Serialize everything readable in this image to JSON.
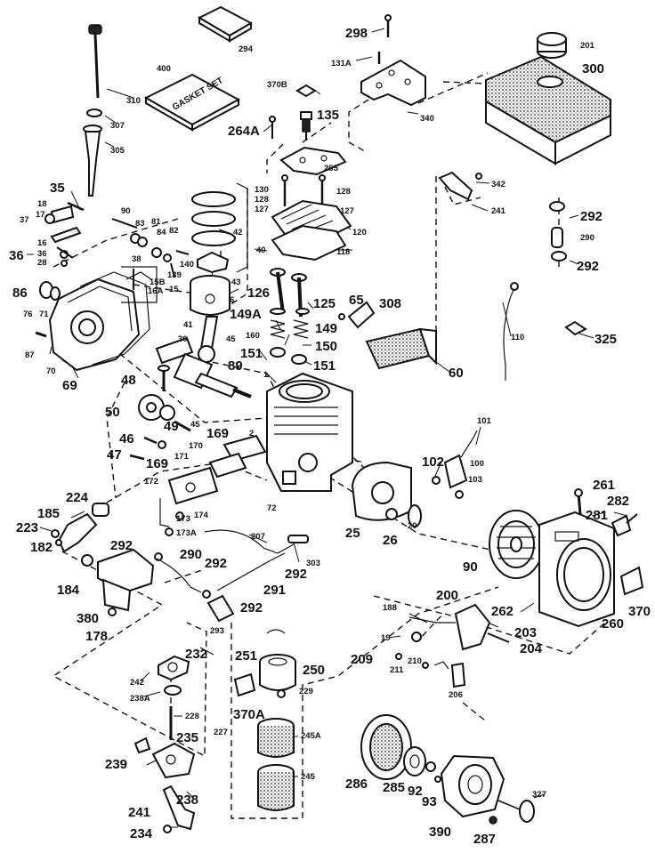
{
  "kit_label": "GASKET SET",
  "labels": {
    "l298": "298",
    "l294": "294",
    "l201": "201",
    "l300": "300",
    "l131A": "131A",
    "l400": "400",
    "l310": "310",
    "l370B": "370B",
    "l340": "340",
    "l307": "307",
    "l135": "135",
    "l264A": "264A",
    "l305": "305",
    "l265": "265",
    "l35": "35",
    "l130": "130",
    "l128a": "128",
    "l128b": "128",
    "l342": "342",
    "l18": "18",
    "l90a": "90",
    "l127a": "127",
    "l127b": "127",
    "l241a": "241",
    "l292a": "292",
    "l17": "17",
    "l83": "83",
    "l81": "81",
    "l37": "37",
    "l84": "84",
    "l82": "82",
    "l120": "120",
    "l290a": "290",
    "l36a": "36",
    "l16": "16",
    "l42": "42",
    "l36b": "36",
    "l28": "28",
    "l118": "118",
    "l292b": "292",
    "l140": "140",
    "l40": "40",
    "l38": "38",
    "l139": "139",
    "l15B": "15B",
    "l16A": "16A",
    "l15": "15",
    "l86": "86",
    "l43": "43",
    "l126": "126",
    "l125": "125",
    "l65": "65",
    "l308": "308",
    "l76": "76",
    "l71": "71",
    "l6": "6",
    "l41": "41",
    "l149A": "149A",
    "l110": "110",
    "l325": "325",
    "l160": "160",
    "l149": "149",
    "l30": "30",
    "l45a": "45",
    "l87": "87",
    "l151a": "151",
    "l150": "150",
    "l70": "70",
    "l89": "89",
    "l151b": "151",
    "l60": "60",
    "l69": "69",
    "l48": "48",
    "l1": "1",
    "l50": "50",
    "l49": "49",
    "l45b": "45",
    "l101": "101",
    "l169a": "169",
    "l46": "46",
    "l2": "2",
    "l170": "170",
    "l47": "47",
    "l171": "171",
    "l102": "102",
    "l100": "100",
    "l169b": "169",
    "l103": "103",
    "l172": "172",
    "l261": "261",
    "l224": "224",
    "l282": "282",
    "l185": "185",
    "l173": "173",
    "l174": "174",
    "l72": "72",
    "l281": "281",
    "l20": "20",
    "l223": "223",
    "l173A": "173A",
    "l207": "207",
    "l25": "25",
    "l26": "26",
    "l292c": "292",
    "l182": "182",
    "l303": "303",
    "l290b": "290",
    "l292d": "292",
    "l90b": "90",
    "l292e": "292",
    "l184": "184",
    "l291": "291",
    "l292f": "292",
    "l200": "200",
    "l370a": "370",
    "l188": "188",
    "l262": "262",
    "l260": "260",
    "l380": "380",
    "l178": "178",
    "l293": "293",
    "l203": "203",
    "l19": "19",
    "l204": "204",
    "l232": "232",
    "l251": "251",
    "l209": "209",
    "l250": "250",
    "l210": "210",
    "l242": "242",
    "l211": "211",
    "l229": "229",
    "l206": "206",
    "l238A": "238A",
    "l370A": "370A",
    "l228": "228",
    "l235": "235",
    "l227": "227",
    "l245A": "245A",
    "l239": "239",
    "l286": "286",
    "l285": "285",
    "l238": "238",
    "l92": "92",
    "l93": "93",
    "l245": "245",
    "l327": "327",
    "l241b": "241",
    "l234": "234",
    "l390": "390",
    "l287": "287"
  }
}
